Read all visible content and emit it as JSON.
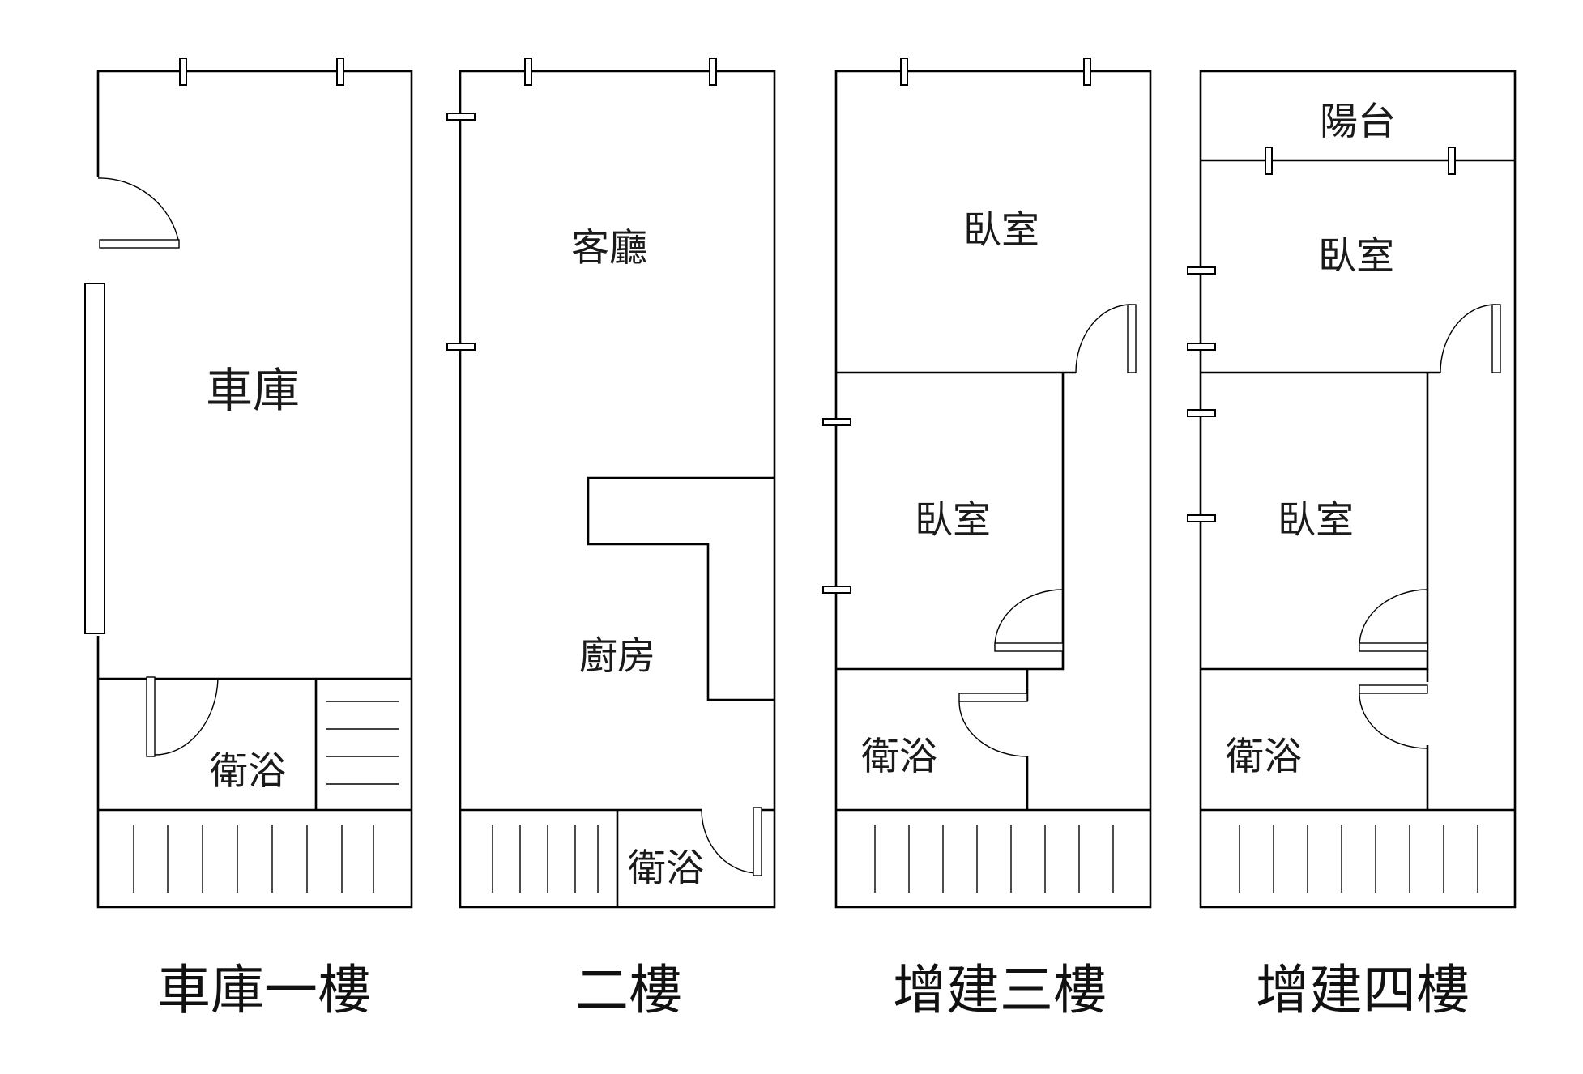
{
  "floors": [
    {
      "title": "車庫一樓",
      "rooms": {
        "garage": "車庫",
        "bath": "衛浴"
      }
    },
    {
      "title": "二樓",
      "rooms": {
        "living": "客廳",
        "kitchen": "廚房",
        "bath": "衛浴"
      }
    },
    {
      "title": "增建三樓",
      "rooms": {
        "bedroom_front": "臥室",
        "bedroom_mid": "臥室",
        "bath": "衛浴"
      }
    },
    {
      "title": "增建四樓",
      "rooms": {
        "balcony": "陽台",
        "bedroom_front": "臥室",
        "bedroom_mid": "臥室",
        "bath": "衛浴"
      }
    }
  ]
}
